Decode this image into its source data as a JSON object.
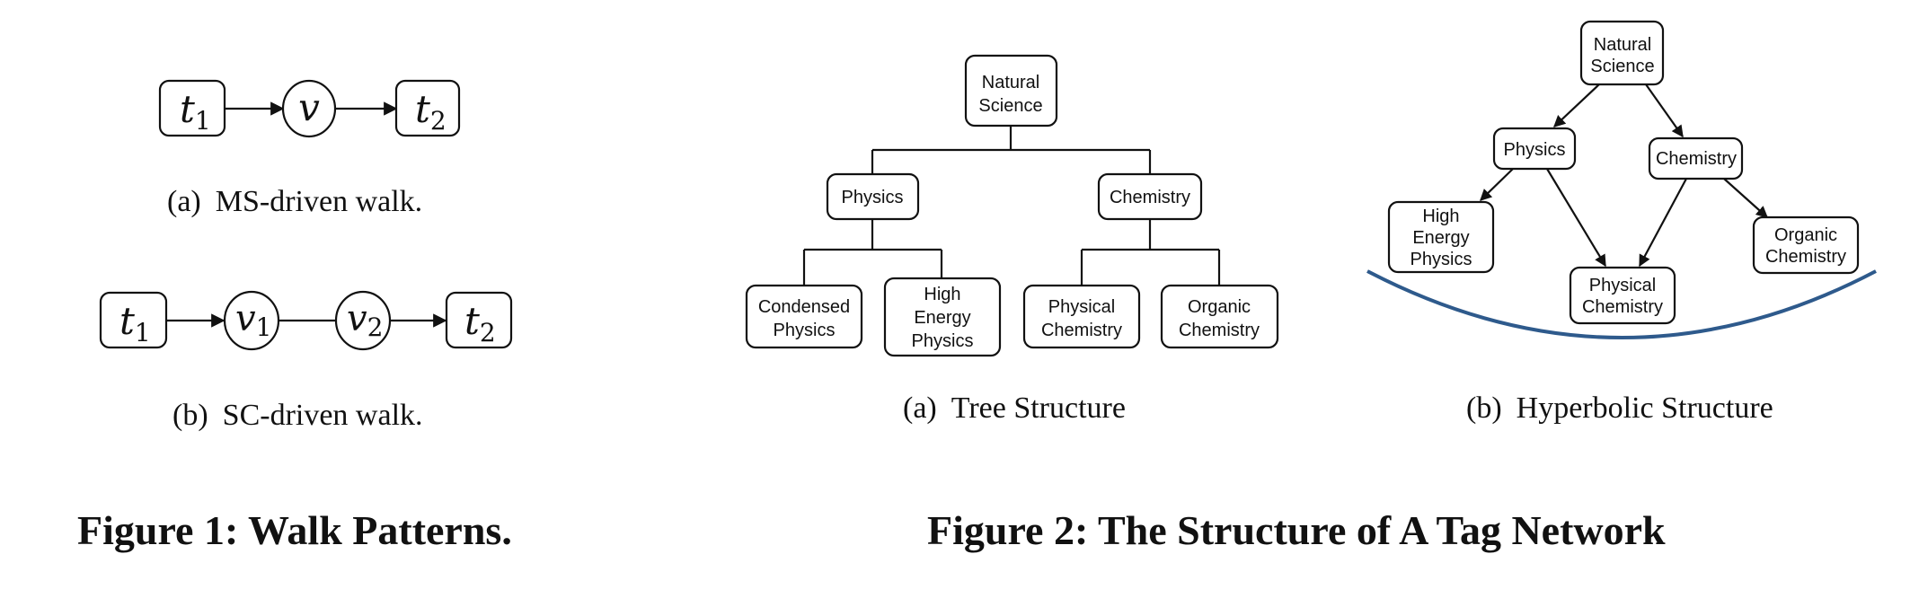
{
  "figure1": {
    "walk_a": {
      "t1": {
        "base": "t",
        "sub": "1"
      },
      "v": {
        "base": "v",
        "sub": ""
      },
      "t2": {
        "base": "t",
        "sub": "2"
      },
      "caption_label": "(a)",
      "caption_text": "MS-driven walk."
    },
    "walk_b": {
      "t1": {
        "base": "t",
        "sub": "1"
      },
      "v1": {
        "base": "v",
        "sub": "1"
      },
      "v2": {
        "base": "v",
        "sub": "2"
      },
      "t2": {
        "base": "t",
        "sub": "2"
      },
      "caption_label": "(b)",
      "caption_text": "SC-driven walk."
    },
    "title": "Figure 1: Walk Patterns."
  },
  "figure2": {
    "tree": {
      "root": [
        "Natural",
        "Science"
      ],
      "physics": [
        "Physics"
      ],
      "chemistry": [
        "Chemistry"
      ],
      "condensed": [
        "Condensed",
        "Physics"
      ],
      "high_energy": [
        "High",
        "Energy",
        "Physics"
      ],
      "physical_chem": [
        "Physical",
        "Chemistry"
      ],
      "organic_chem": [
        "Organic",
        "Chemistry"
      ],
      "caption_label": "(a)",
      "caption_text": "Tree Structure"
    },
    "hyperbolic": {
      "root": [
        "Natural",
        "Science"
      ],
      "physics": [
        "Physics"
      ],
      "chemistry": [
        "Chemistry"
      ],
      "high_energy": [
        "High",
        "Energy",
        "Physics"
      ],
      "physical_chem": [
        "Physical",
        "Chemistry"
      ],
      "organic_chem": [
        "Organic",
        "Chemistry"
      ],
      "arc_color": "#2e5a8c",
      "caption_label": "(b)",
      "caption_text": "Hyperbolic Structure"
    },
    "title": "Figure 2: The Structure of A Tag Network"
  }
}
